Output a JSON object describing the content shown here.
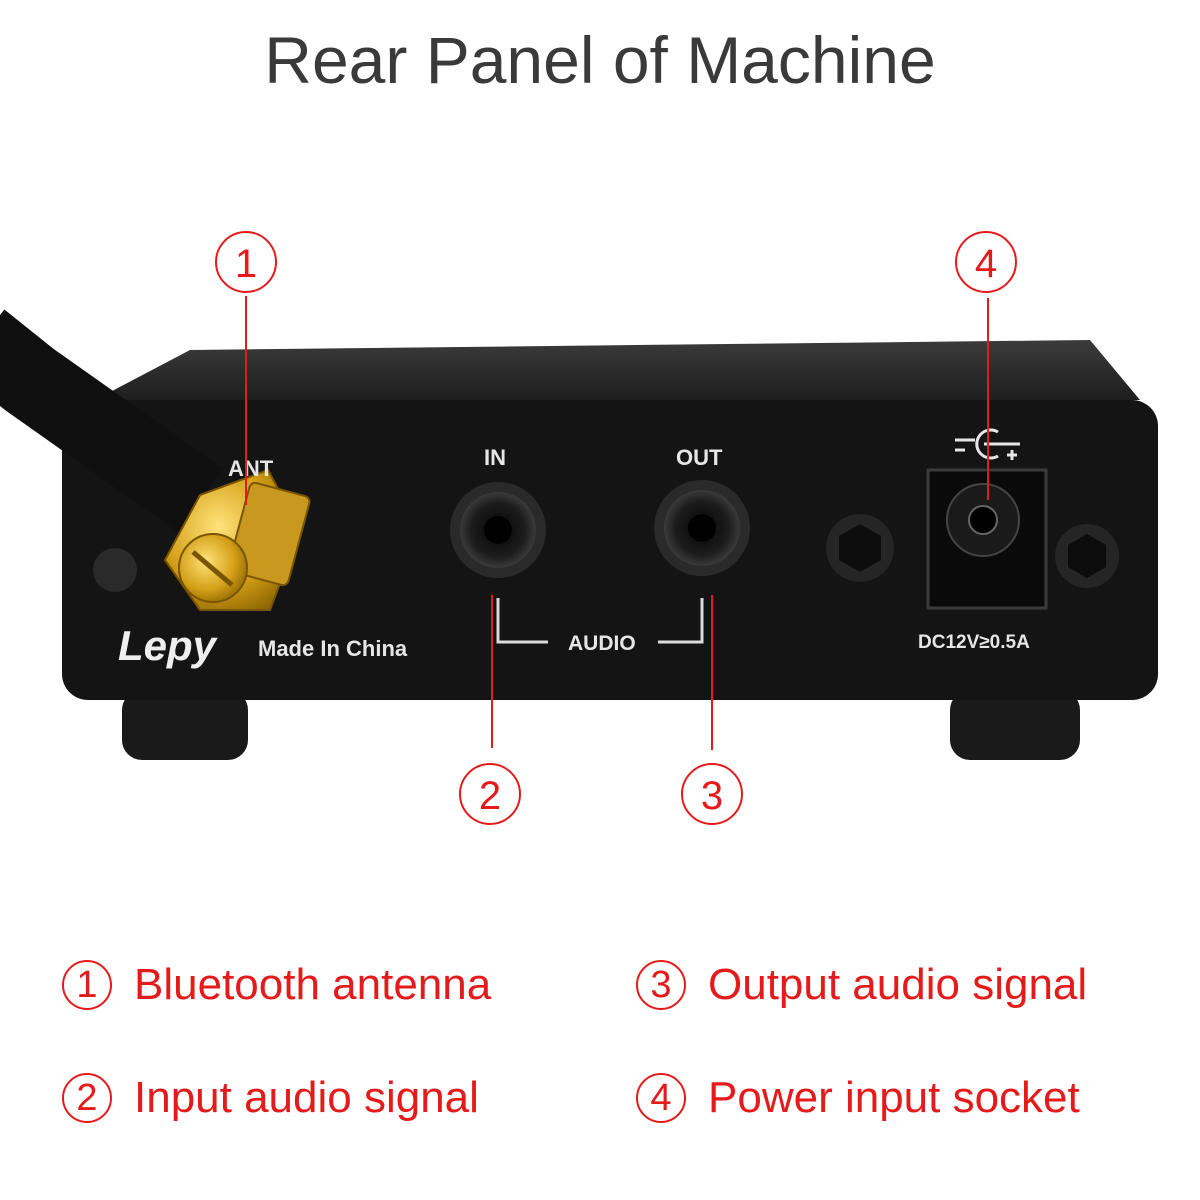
{
  "title": "Rear Panel of Machine",
  "panel": {
    "ant_label": "ANT",
    "in_label": "IN",
    "out_label": "OUT",
    "audio_label": "AUDIO",
    "brand": "Lepy",
    "made_in": "Made In China",
    "dc_rating": "DC12V≥0.5A"
  },
  "callouts": [
    "1",
    "2",
    "3",
    "4"
  ],
  "legend": [
    {
      "num": "1",
      "text": "Bluetooth antenna"
    },
    {
      "num": "2",
      "text": "Input audio signal"
    },
    {
      "num": "3",
      "text": "Output audio signal"
    },
    {
      "num": "4",
      "text": "Power input socket"
    }
  ],
  "colors": {
    "accent": "#e51b1b",
    "panel": "#141414",
    "gold": "#d4a017"
  }
}
